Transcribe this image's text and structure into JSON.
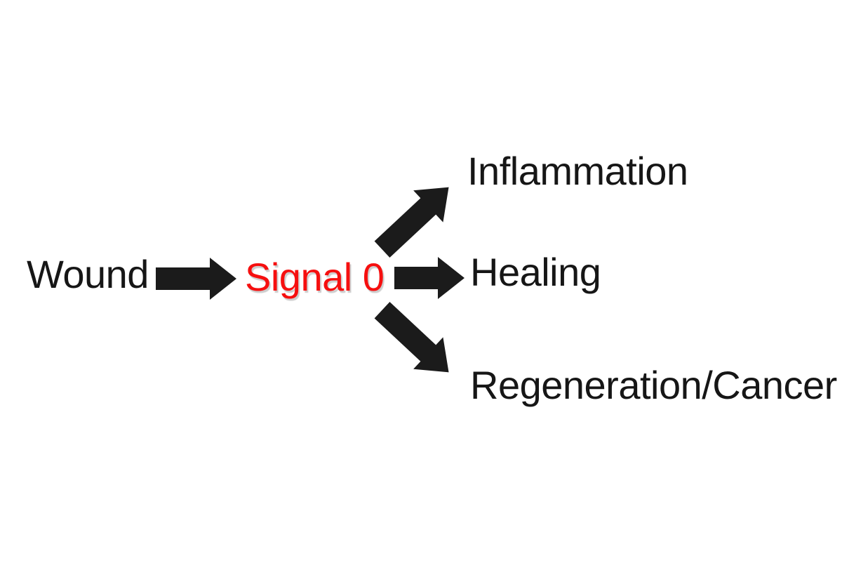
{
  "diagram": {
    "nodes": {
      "wound": "Wound",
      "signal": "Signal 0",
      "inflammation": "Inflammation",
      "healing": "Healing",
      "regeneration": "Regeneration/Cancer"
    },
    "edges": [
      {
        "from": "Wound",
        "to": "Signal 0"
      },
      {
        "from": "Signal 0",
        "to": "Inflammation"
      },
      {
        "from": "Signal 0",
        "to": "Healing"
      },
      {
        "from": "Signal 0",
        "to": "Regeneration/Cancer"
      }
    ],
    "colors": {
      "background": "#ffffff",
      "text": "#161616",
      "arrow": "#1b1b1b",
      "signal_red": "#f60f0f"
    }
  }
}
